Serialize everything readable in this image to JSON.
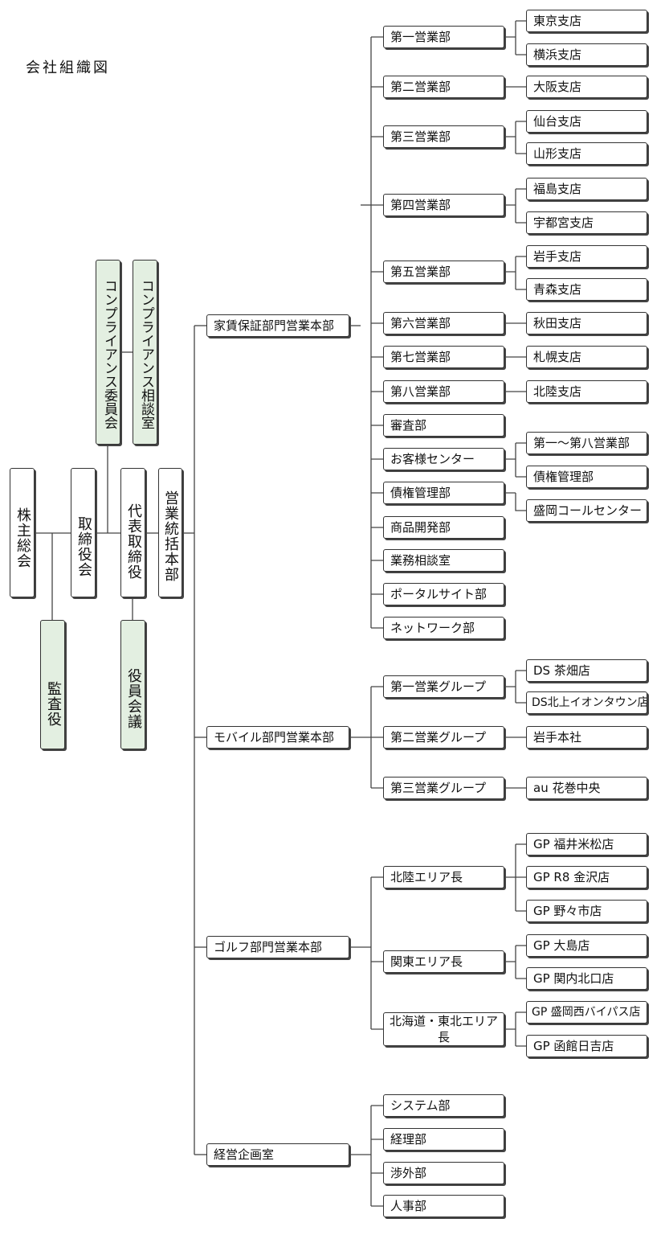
{
  "title": "会社組織図",
  "colors": {
    "line": "#444444",
    "box_border": "#333333",
    "green_fill": "#e3efe1"
  },
  "top": {
    "shareholders": "株主総会",
    "auditor": "監査役",
    "board": "取締役会",
    "committee": "コンプライアンス委員会",
    "consult": "コンプライアンス相談室",
    "ceo": "代表取締役",
    "officers": "役員会議",
    "sales_hq": "営業統括本部"
  },
  "divisions": {
    "rent": "家賃保証部門営業本部",
    "mobile": "モバイル部門営業本部",
    "golf": "ゴルフ部門営業本部",
    "planning": "経営企画室"
  },
  "rent_depts": [
    "第一営業部",
    "第二営業部",
    "第三営業部",
    "第四営業部",
    "第五営業部",
    "第六営業部",
    "第七営業部",
    "第八営業部",
    "審査部",
    "お客様センター",
    "債権管理部",
    "商品開発部",
    "業務相談室",
    "ポータルサイト部",
    "ネットワーク部"
  ],
  "rent_branches": [
    "東京支店",
    "横浜支店",
    "大阪支店",
    "仙台支店",
    "山形支店",
    "福島支店",
    "宇都宮支店",
    "岩手支店",
    "青森支店",
    "秋田支店",
    "札幌支店",
    "北陸支店",
    "第一～第八営業部",
    "債権管理部",
    "盛岡コールセンター"
  ],
  "mobile_groups": [
    "第一営業グループ",
    "第二営業グループ",
    "第三営業グループ"
  ],
  "mobile_shops": [
    "DS 茶畑店",
    "DS北上イオンタウン店",
    "岩手本社",
    "au 花巻中央"
  ],
  "golf_areas": [
    "北陸エリア長",
    "関東エリア長",
    "北海道・東北エリア長"
  ],
  "golf_shops": [
    "GP 福井米松店",
    "GP R8 金沢店",
    "GP 野々市店",
    "GP 大島店",
    "GP 関内北口店",
    "GP 盛岡西バイパス店",
    "GP 函館日吉店"
  ],
  "planning_depts": [
    "システム部",
    "経理部",
    "渉外部",
    "人事部"
  ]
}
